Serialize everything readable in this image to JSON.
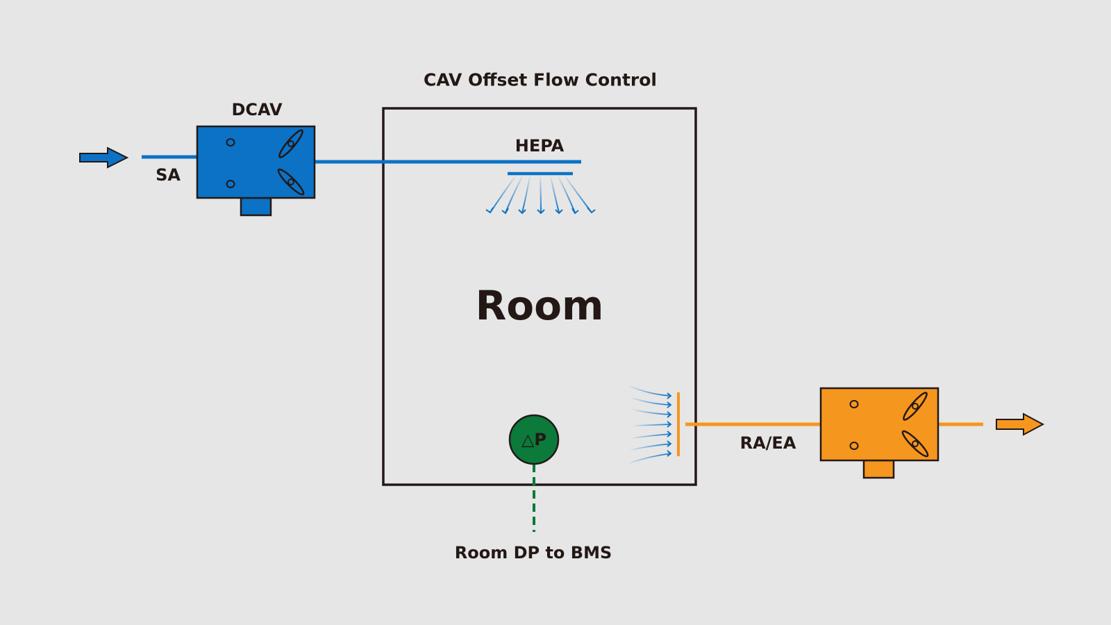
{
  "title": "CAV Offset Flow Control",
  "labels": {
    "supply_valve": "DCAV",
    "supply_air": "SA",
    "filter": "HEPA",
    "room": "Room",
    "return_air": "RA/EA",
    "sensor_symbol": "△P",
    "sensor_output": "Room DP to BMS"
  },
  "colors": {
    "background": "#e6e6e6",
    "supply": "#0b72c6",
    "supply_dark": "#0b5faa",
    "exhaust": "#f5961e",
    "sensor": "#0b7a3b",
    "outline": "#231815"
  },
  "icons": {
    "inlet_arrow": "arrow-right-icon",
    "outlet_arrow": "arrow-right-icon",
    "supply_valve": "valve-box-icon",
    "exhaust_valve": "valve-box-icon",
    "diffuser": "diffuser-airflow-icon",
    "return_grille": "return-grille-airflow-icon",
    "sensor": "pressure-sensor-icon"
  }
}
